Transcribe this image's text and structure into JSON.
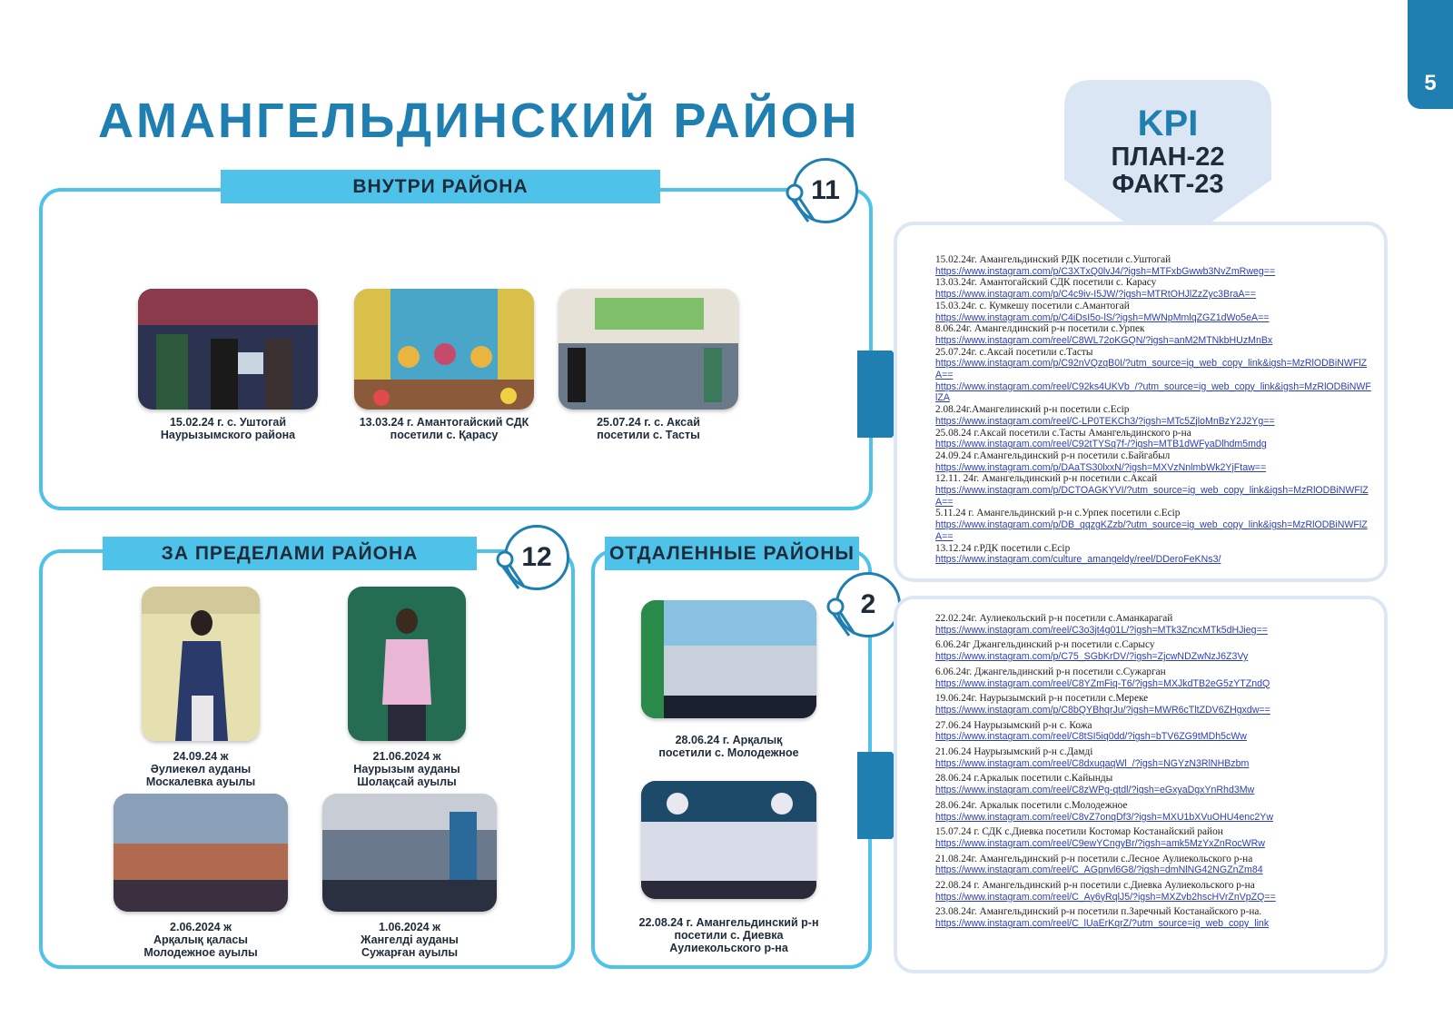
{
  "page_number": "5",
  "title": "АМАНГЕЛЬДИНСКИЙ  РАЙОН",
  "kpi": {
    "title": "KPI",
    "plan": "ПЛАН-22",
    "fact": "ФАКТ-23"
  },
  "colors": {
    "accent": "#1f7fb0",
    "banner": "#4ec2e8",
    "link": "#2b3fb4",
    "kpi_bg": "#dbe6f4"
  },
  "inside": {
    "banner": "ВНУТРИ РАЙОНА",
    "count": "11",
    "icon": "microphone-icon",
    "photos": [
      {
        "caption": [
          "15.02.24 г. с. Уштогай",
          "Наурызымского района"
        ]
      },
      {
        "caption": [
          "13.03.24 г.  Амантогайский СДК",
          "посетили  с. Қарасу"
        ]
      },
      {
        "caption": [
          "25.07.24 г.  с. Аксай",
          "посетили с. Тасты"
        ]
      }
    ]
  },
  "outside": {
    "banner": "ЗА ПРЕДЕЛАМИ РАЙОНА",
    "count": "12",
    "icon": "microphone-icon",
    "photos": [
      {
        "caption": [
          "24.09.24 ж",
          "Әулиекөл ауданы",
          "Москалевка ауылы"
        ]
      },
      {
        "caption": [
          "21.06.2024 ж",
          "Наурызым ауданы",
          "Шолақсай ауылы"
        ]
      },
      {
        "caption": [
          "2.06.2024 ж",
          "Арқалық қаласы",
          "Молодежное ауылы"
        ]
      },
      {
        "caption": [
          "1.06.2024 ж",
          "Жангелді ауданы",
          "Сужарған ауылы"
        ]
      }
    ]
  },
  "remote": {
    "banner": "ОТДАЛЕННЫЕ РАЙОНЫ",
    "count": "2",
    "icon": "microphone-icon",
    "photos": [
      {
        "caption": [
          "28.06.24 г. Арқалық",
          "посетили с. Молодежное"
        ]
      },
      {
        "caption": [
          "22.08.24 г. Амангельдинский р-н",
          "посетили с. Диевка",
          "Аулиекольского р-на"
        ]
      }
    ]
  },
  "links_top": [
    {
      "text": "15.02.24г.  Амангельдинский РДК посетили  с.Уштогай",
      "link": "https://www.instagram.com/p/C3XTxQ0lvJ4/?igsh=MTFxbGwwb3NvZmRweg=="
    },
    {
      "text": "13.03.24г.  Амантогайский СДК посетили  с. Карасу",
      "link": "https://www.instagram.com/p/C4c9iv-I5JW/?igsh=MTRtOHJlZzZyc3BraA=="
    },
    {
      "text": "15.03.24г.  с. Кумкешу  посетили с.Амантогай",
      "link": "https://www.instagram.com/p/C4iDsI5o-lS/?igsh=MWNpMmlqZGZ1dWo5eA=="
    },
    {
      "text": "8.06.24г. Амангелдинский р-н посетили с.Урпек",
      "link": "https://www.instagram.com/reel/C8WL72oKGQN/?igsh=anM2MTNkbHUzMnBx"
    },
    {
      "text": "25.07.24г.  с.Аксай посетили с.Тасты",
      "link": "https://www.instagram.com/p/C92nVQzqB0I/?utm_source=ig_web_copy_link&igsh=MzRlODBiNWFlZA=="
    },
    {
      "text": "",
      "link": "https://www.instagram.com/reel/C92ks4UKVb_/?utm_source=ig_web_copy_link&igsh=MzRlODBiNWFlZA"
    },
    {
      "text": "2.08.24г.Амангелинский р-н посетили  с.Есiр",
      "link": "https://www.instagram.com/reel/C-LP0TEKCh3/?igsh=MTc5ZjloMnBzY2J2Yg=="
    },
    {
      "text": "25.08.24 г.Аксай посетили с.Тасты Амангельдинского р-на",
      "link": "https://www.instagram.com/reel/C92tTYSq7f-/?igsh=MTB1dWFyaDlhdm5mdg"
    },
    {
      "text": "24.09.24 г.Амангельдинский р-н посетили  с.Байгабыл",
      "link": "https://www.instagram.com/p/DAaTS30lxxN/?igsh=MXVzNnlmbWk2YjFtaw=="
    },
    {
      "text": "12.11. 24г. Амангельдинский р-н  посетили с.Аксай",
      "link": "https://www.instagram.com/p/DCTOAGKYVI/?utm_source=ig_web_copy_link&igsh=MzRlODBiNWFlZA=="
    },
    {
      "text": "5.11.24 г. Амангельдинский р-н с.Урпек посетили с.Есiр",
      "link": "https://www.instagram.com/p/DB_qqzgKZzb/?utm_source=ig_web_copy_link&igsh=MzRlODBiNWFlZA=="
    },
    {
      "text": "13.12.24 г.РДК  посетили с.Есiр",
      "link": "https://www.instagram.com/culture_amangeldy/reel/DDeroFeKNs3/"
    }
  ],
  "links_bottom": [
    {
      "text": "22.02.24г. Аулиекольский р-н посетили с.Аманкарагай",
      "link": "https://www.instagram.com/reel/C3o3jt4g01L/?igsh=MTk3ZncxMTk5dHJieg=="
    },
    {
      "text": "6.06.24г  Джангельдинский р-н посетили  с.Сарысу",
      "link": "https://www.instagram.com/p/C75_SGbKrDV/?igsh=ZjcwNDZwNzJ6Z3Vy"
    },
    {
      "text": "6.06.24г. Джангельдинский р-н посетили  с.Сужарган",
      "link": "https://www.instagram.com/reel/C8YZmFiq-T6/?igsh=MXJkdTB2eG5zYTZndQ"
    },
    {
      "text": "19.06.24г. Наурызымский р-н посетили с.Мереке",
      "link": "https://www.instagram.com/p/C8bQYBhqrJu/?igsh=MWR6cTltZDV6ZHgxdw=="
    },
    {
      "text": "27.06.24 Наурызымский р-н с. Кожа",
      "link": "https://www.instagram.com/reel/C8tSI5iq0dd/?igsh=bTV6ZG9tMDh5cWw"
    },
    {
      "text": "21.06.24 Наурызымский р-н с.Дамдi",
      "link": "https://www.instagram.com/reel/C8dxuqaqWl_/?igsh=NGYzN3RlNHBzbm"
    },
    {
      "text": "28.06.24 г.Аркалык посетили с.Кайынды",
      "link": "https://www.instagram.com/reel/C8zWPg-qtdl/?igsh=eGxyaDgxYnRhd3Mw"
    },
    {
      "text": "28.06.24г. Аркалык посетили с.Молодежное",
      "link": "https://www.instagram.com/reel/C8vZ7onqDf3/?igsh=MXU1bXVuOHU4enc2Yw"
    },
    {
      "text": "15.07.24 г. СДК с.Диевка посетили Костомар Костанайский район",
      "link": "https://www.instagram.com/reel/C9ewYCngyBr/?igsh=amk5MzYxZnRocWRw"
    },
    {
      "text": "21.08.24г.  Амангельдинский р-н посетили с.Лесное Аулиекольского р-на",
      "link": "https://www.instagram.com/reel/C_AGpnvl6G8/?igsh=dmNlNG42NGZnZm84"
    },
    {
      "text": "22.08.24 г. Амангельдинский р-н посетили  с.Диевка Аулиекольского р-на",
      "link": "https://www.instagram.com/reel/C_Ay6yRqlJ5/?igsh=MXZvb2hscHVrZnVpZQ=="
    },
    {
      "text": "23.08.24г.  Амангельдинский р-н посетили п.Заречный  Костанайского р-на.",
      "link": "https://www.instagram.com/reel/C_lUaErKqrZ/?utm_source=ig_web_copy_link"
    }
  ]
}
